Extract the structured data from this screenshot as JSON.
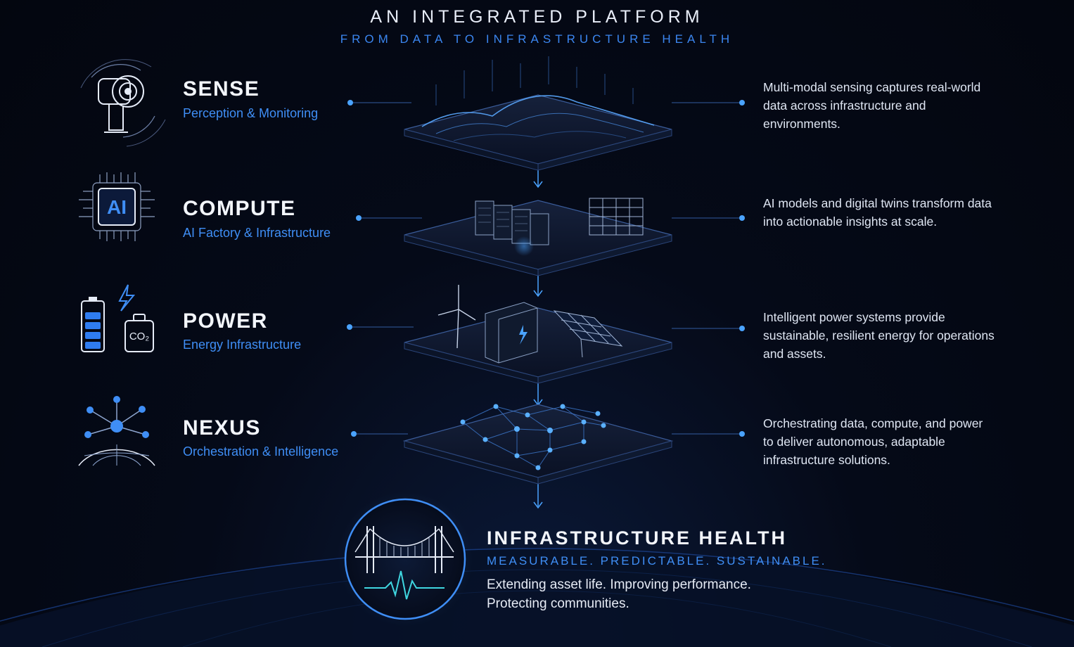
{
  "header": {
    "title": "AN INTEGRATED PLATFORM",
    "subtitle": "FROM DATA TO INFRASTRUCTURE HEALTH"
  },
  "layers": [
    {
      "name": "SENSE",
      "subtitle": "Perception & Monitoring",
      "description": "Multi-modal sensing captures real-world data across infrastructure and environments.",
      "icon": "camera-sensor-icon"
    },
    {
      "name": "COMPUTE",
      "subtitle": "AI Factory & Infrastructure",
      "description": "AI models and digital twins transform data into actionable insights at scale.",
      "icon": "ai-chip-icon",
      "icon_label": "AI"
    },
    {
      "name": "POWER",
      "subtitle": "Energy Infrastructure",
      "description": "Intelligent power systems provide sustainable, resilient energy for operations and assets.",
      "icon": "battery-co2-icon",
      "icon_label": "CO₂"
    },
    {
      "name": "NEXUS",
      "subtitle": "Orchestration & Intelligence",
      "description": "Orchestrating data, compute, and power to deliver autonomous, adaptable infrastructure solutions.",
      "icon": "network-globe-icon"
    }
  ],
  "outcome": {
    "title": "INFRASTRUCTURE HEALTH",
    "tagline": "MEASURABLE. PREDICTABLE. SUSTAINABLE.",
    "text_line1": "Extending asset life. Improving performance.",
    "text_line2": "Protecting communities.",
    "icon": "bridge-heartbeat-icon"
  },
  "colors": {
    "accent": "#3f8ef5",
    "glow": "#4aa3ff",
    "background": "#050a18",
    "heartbeat": "#3fd6e0"
  }
}
